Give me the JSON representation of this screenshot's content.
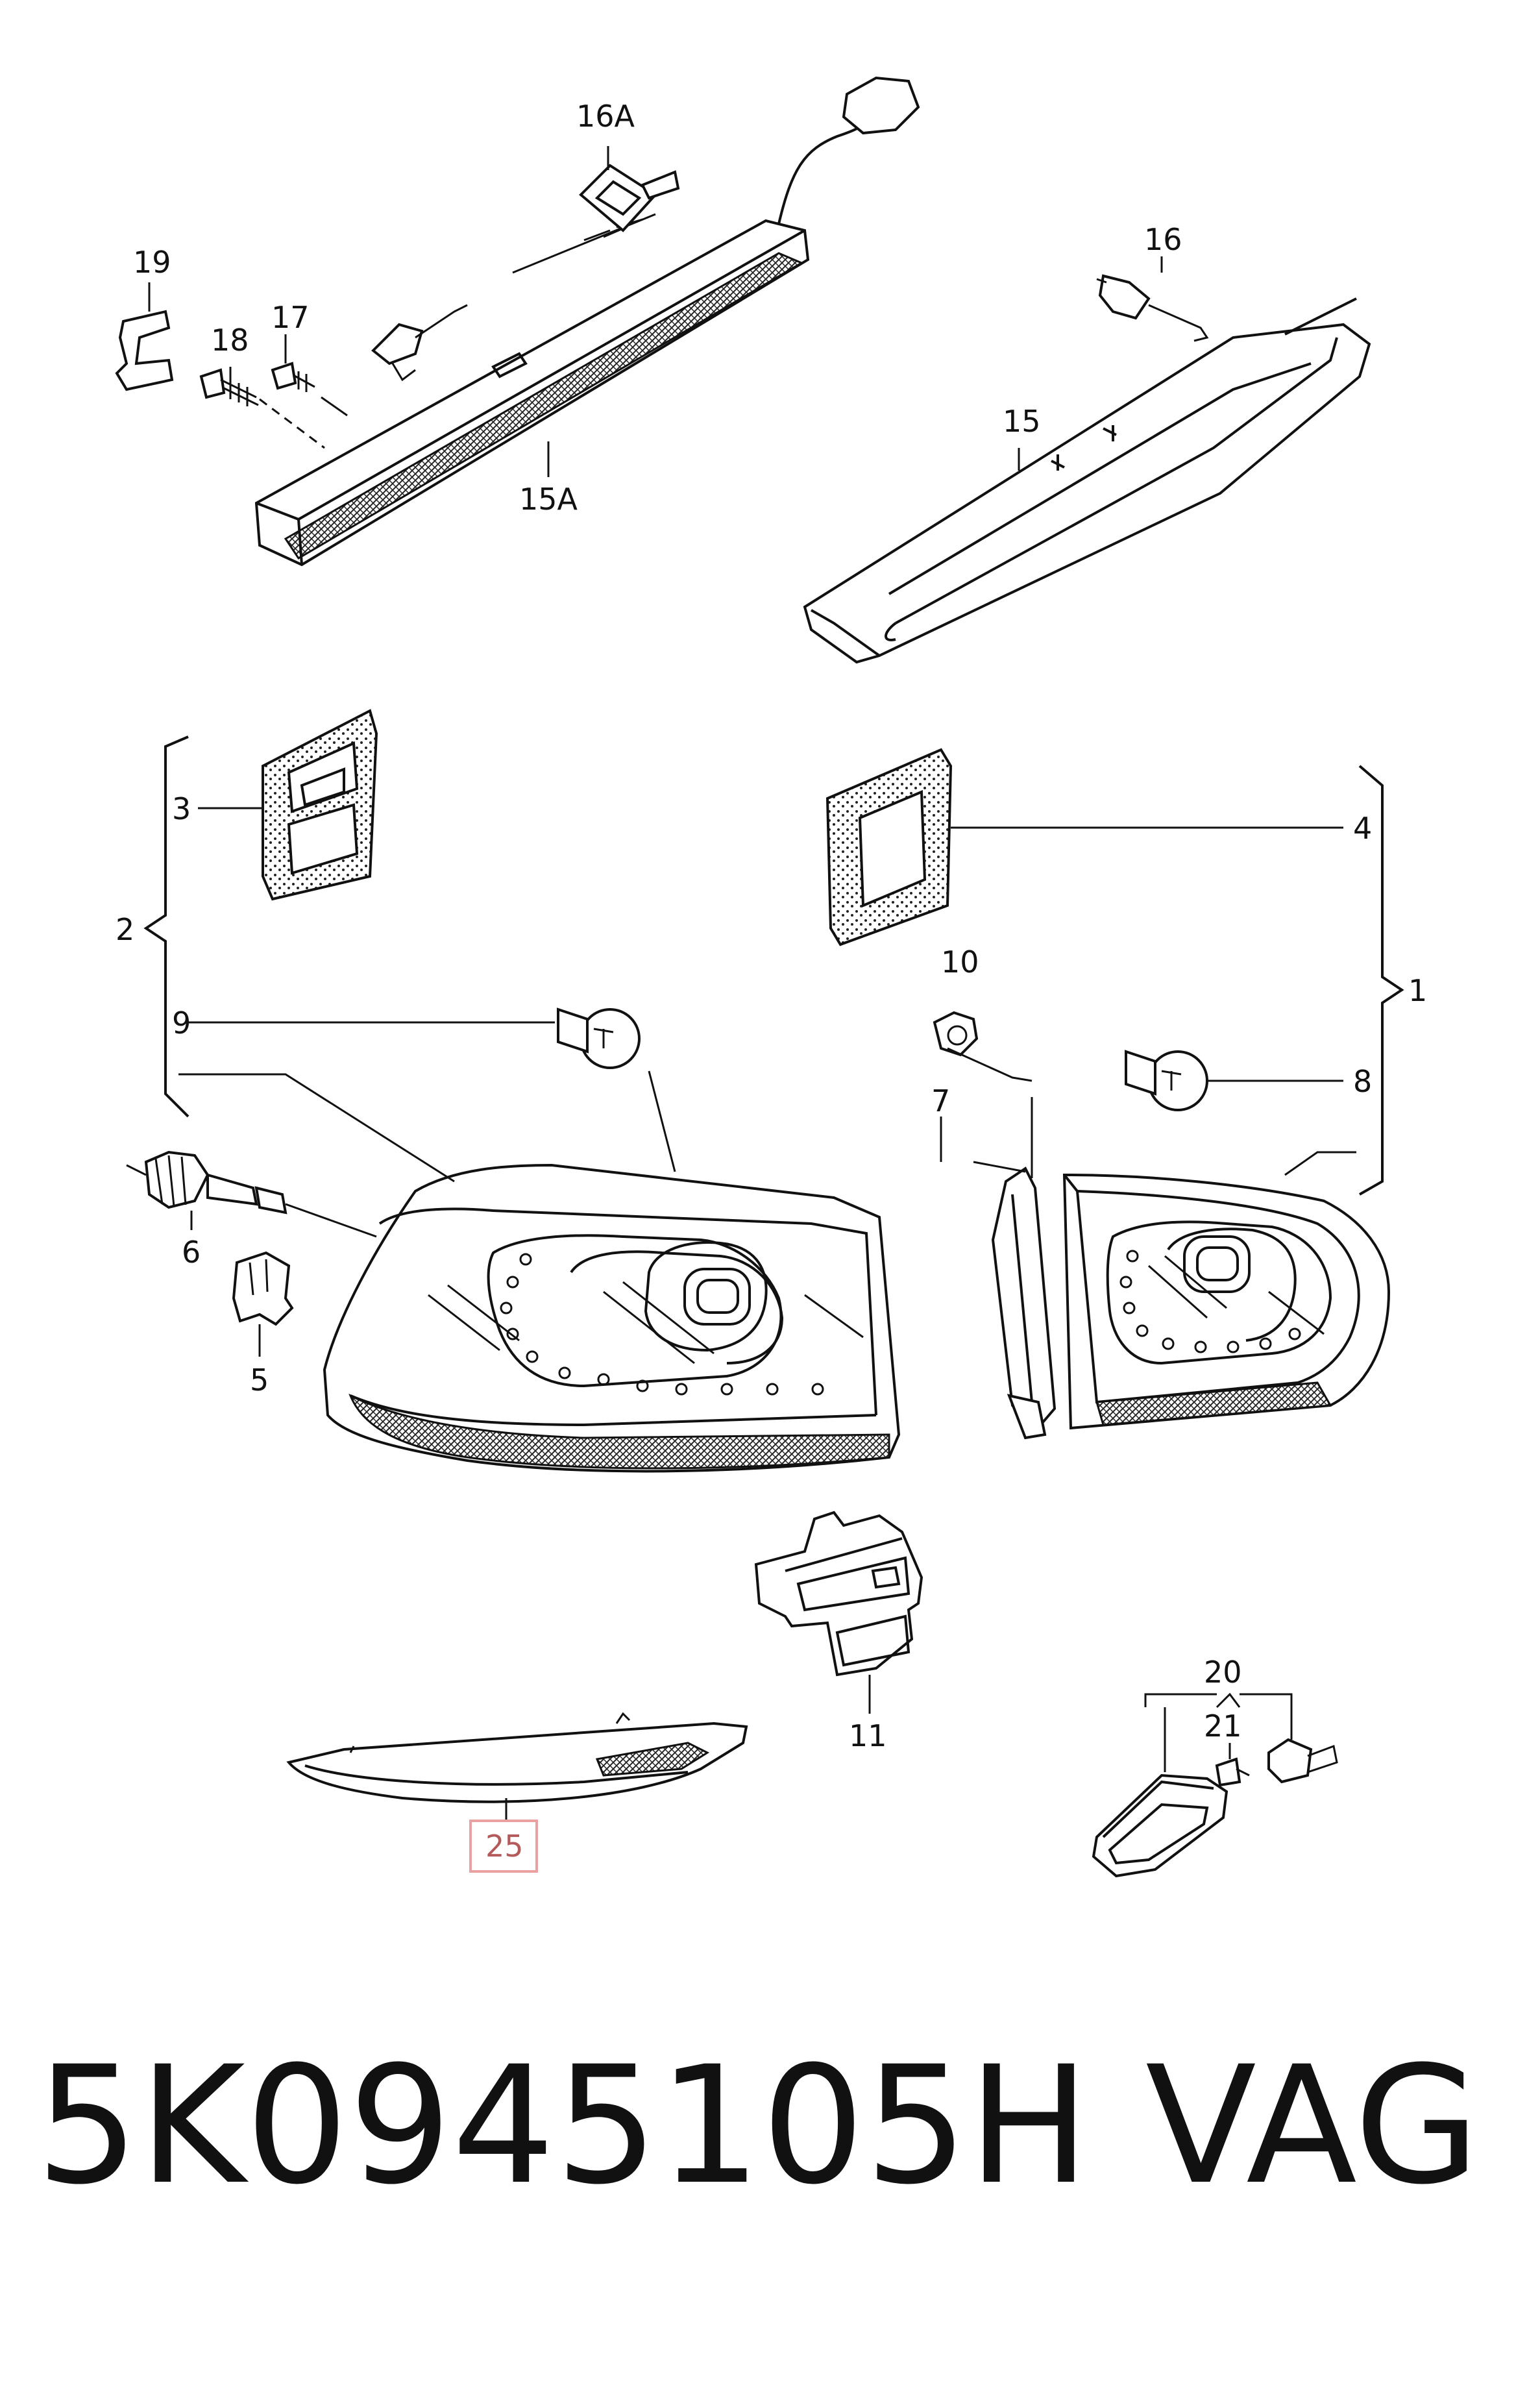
{
  "callouts": {
    "c1": "1",
    "c2": "2",
    "c3": "3",
    "c4": "4",
    "c5": "5",
    "c6": "6",
    "c7": "7",
    "c8": "8",
    "c9": "9",
    "c10": "10",
    "c11": "11",
    "c15": "15",
    "c15a": "15A",
    "c16": "16",
    "c16a": "16A",
    "c17": "17",
    "c18": "18",
    "c19": "19",
    "c20": "20",
    "c21": "21",
    "c25": "25"
  },
  "footer": {
    "part_number": "5K0945105H",
    "brand": "VAG"
  },
  "colors": {
    "highlight_box": "#e8a0a0",
    "highlight_text": "#b45a5a",
    "line": "#111111"
  }
}
